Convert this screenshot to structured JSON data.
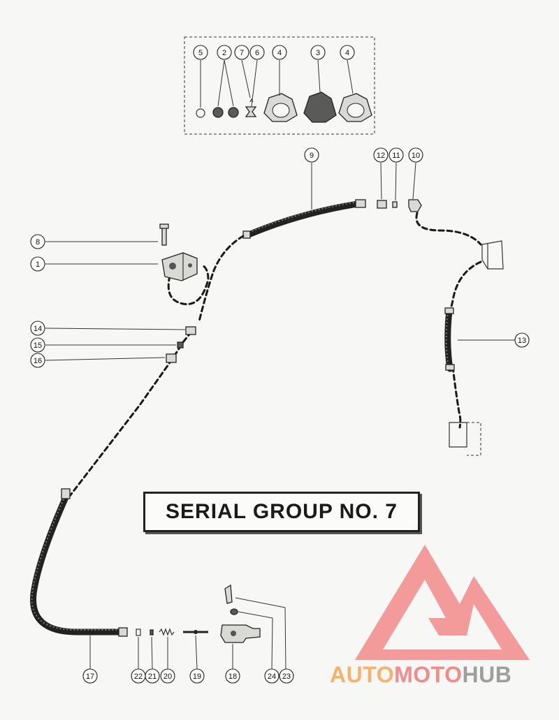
{
  "title": "SERIAL GROUP NO. 7",
  "callouts": {
    "c5": "5",
    "c2": "2",
    "c7": "7",
    "c6": "6",
    "c4a": "4",
    "c3": "3",
    "c4b": "4",
    "c9": "9",
    "c12": "12",
    "c11": "11",
    "c10": "10",
    "c8": "8",
    "c1": "1",
    "c14": "14",
    "c15": "15",
    "c16": "16",
    "c13": "13",
    "c17": "17",
    "c22": "22",
    "c21": "21",
    "c20": "20",
    "c19": "19",
    "c18": "18",
    "c24": "24",
    "c23": "23"
  },
  "watermark": {
    "part1": "AUTO",
    "part2": "MOTO",
    "part3": "HUB"
  },
  "colors": {
    "ink": "#1a1a1a",
    "paper": "#f7f7f5",
    "wm_red": "#f28b8b",
    "wm_orange": "#f6b26b",
    "wm_gray": "#9e9e9e"
  }
}
